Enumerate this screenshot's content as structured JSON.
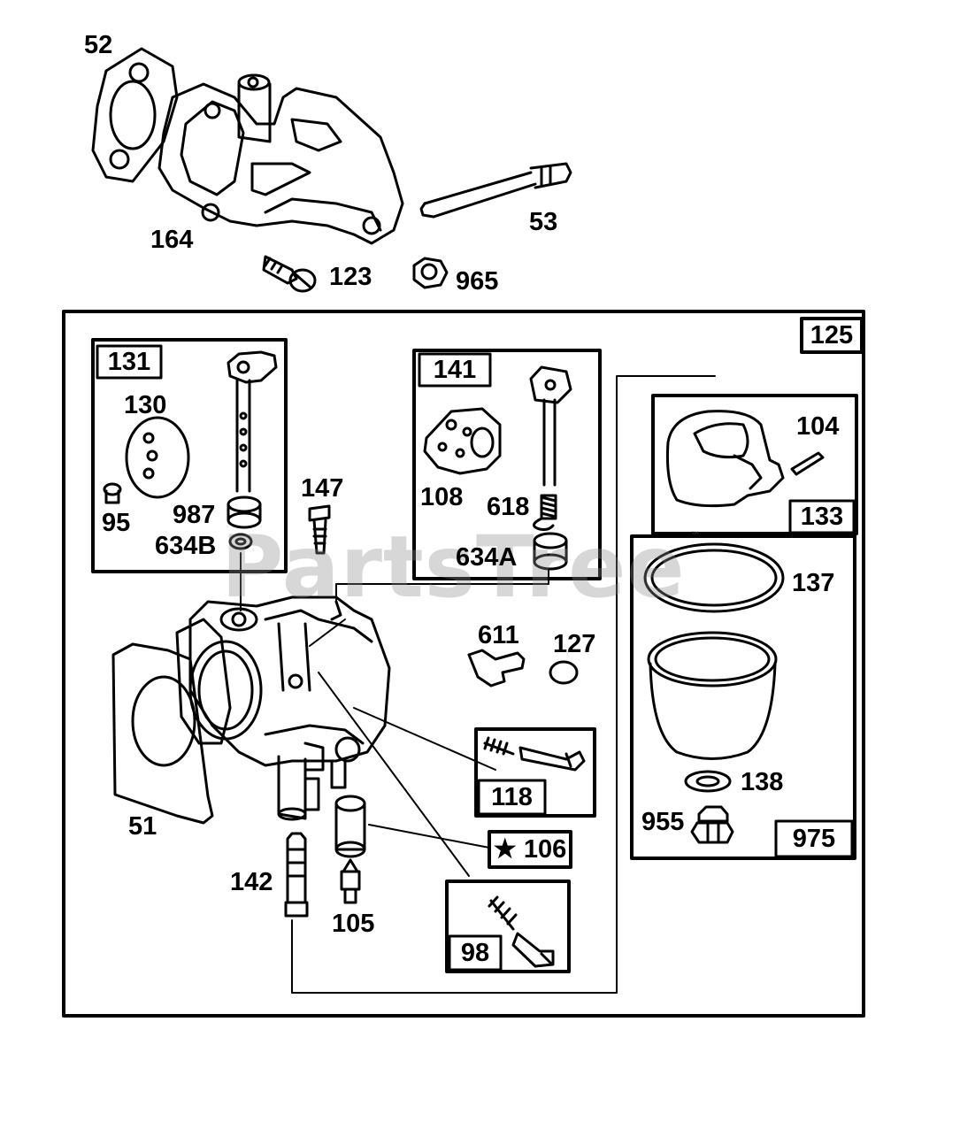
{
  "watermark": {
    "text": "PartsTree",
    "trademark": "™"
  },
  "part_labels": {
    "p52": "52",
    "p164": "164",
    "p53": "53",
    "p123": "123",
    "p965": "965",
    "p130": "130",
    "p95": "95",
    "p987": "987",
    "p634b": "634B",
    "p147": "147",
    "p108": "108",
    "p618": "618",
    "p634a": "634A",
    "p104": "104",
    "p137": "137",
    "p611": "611",
    "p127": "127",
    "p51": "51",
    "p138": "138",
    "p955": "955",
    "p142": "142",
    "p105": "105"
  },
  "kit_boxes": {
    "k125": "125",
    "k131": "131",
    "k141": "141",
    "k133": "133",
    "k118": "118",
    "k106": "★ 106",
    "k98": "98",
    "k975": "975"
  }
}
